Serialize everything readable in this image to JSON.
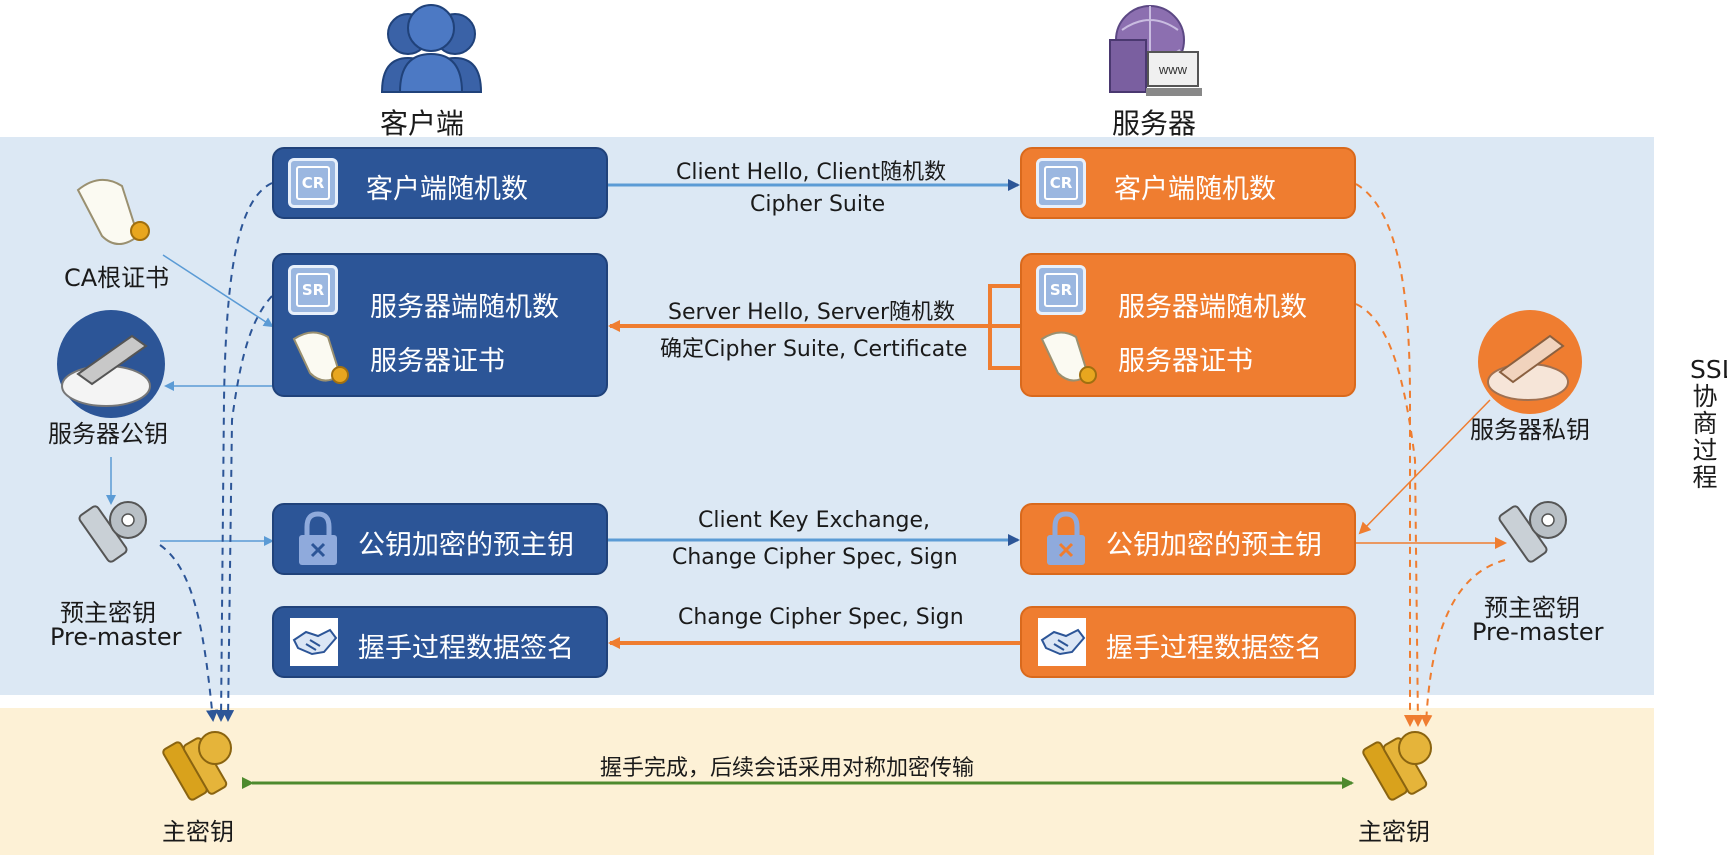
{
  "actors": {
    "client": "客户端",
    "server": "服务器"
  },
  "side_label": "SSL协商过程",
  "left_items": {
    "ca_root_cert": "CA根证书",
    "server_public_key": "服务器公钥",
    "premaster_cn": "预主密钥",
    "premaster_en": "Pre-master",
    "master_key": "主密钥"
  },
  "right_items": {
    "server_private_key": "服务器私钥",
    "premaster_cn": "预主密钥",
    "premaster_en": "Pre-master",
    "master_key": "主密钥"
  },
  "client_boxes": {
    "cr_chip": "CR",
    "client_random": "客户端随机数",
    "sr_chip": "SR",
    "server_random": "服务器端随机数",
    "server_cert": "服务器证书",
    "encrypted_premaster": "公钥加密的预主钥",
    "handshake_sign": "握手过程数据签名"
  },
  "server_boxes": {
    "cr_chip": "CR",
    "client_random": "客户端随机数",
    "sr_chip": "SR",
    "server_random": "服务器端随机数",
    "server_cert": "服务器证书",
    "encrypted_premaster": "公钥加密的预主钥",
    "handshake_sign": "握手过程数据签名"
  },
  "messages": {
    "m1_line1": "Client Hello, Client随机数",
    "m1_line2": "Cipher Suite",
    "m2_line1": "Server Hello, Server随机数",
    "m2_line2": "确定Cipher Suite, Certificate",
    "m3_line1": "Client Key Exchange,",
    "m3_line2": "Change Cipher Spec, Sign",
    "m4": "Change Cipher Spec, Sign",
    "m5": "握手完成，后续会话采用对称加密传输"
  },
  "colors": {
    "client_box": "#2c5597",
    "server_box": "#ef7d30",
    "negotiation_band": "#dce8f4",
    "session_band": "#fdf1d6",
    "blue_arrow": "#5b9bd5",
    "orange_arrow": "#ef7d30",
    "green_arrow": "#4e8a2e"
  },
  "icons": [
    "users-icon",
    "server-globe-icon",
    "certificate-icon",
    "key-icon",
    "lock-icon",
    "handshake-icon",
    "chip-icon"
  ]
}
